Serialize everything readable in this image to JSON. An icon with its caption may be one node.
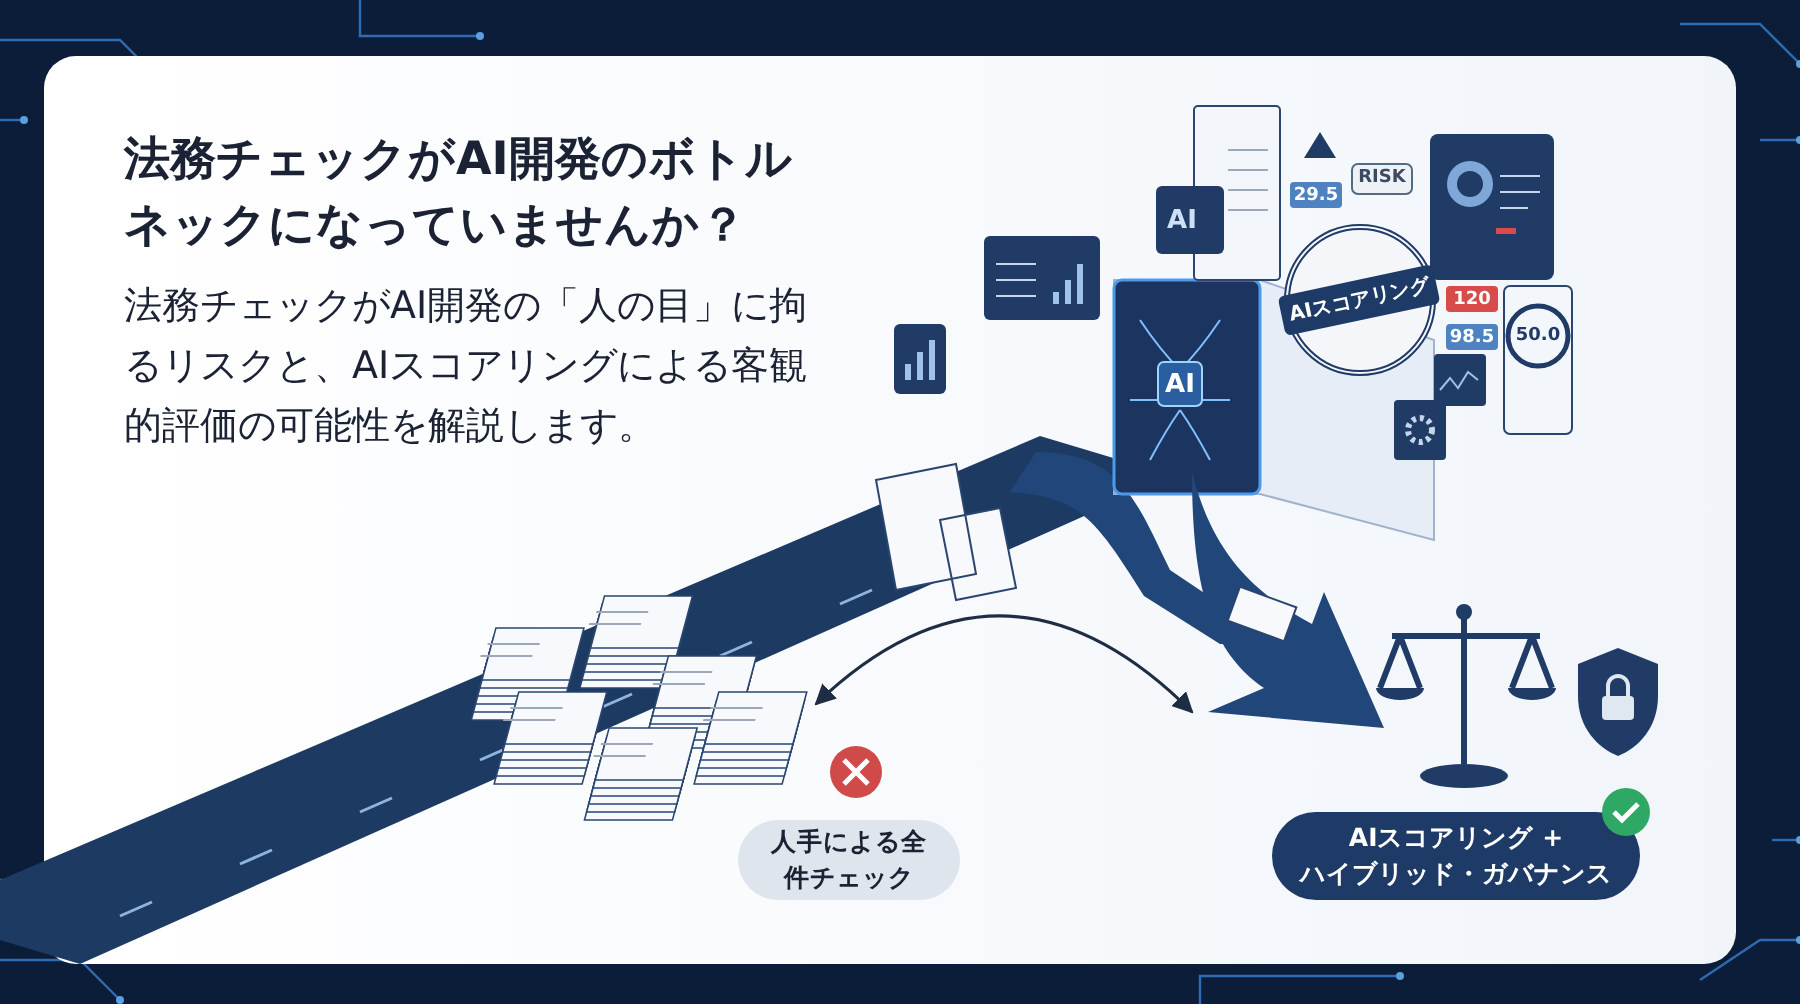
{
  "diagram": {
    "title": "法務チェックがAI開発のボトルネックになっていませんか？",
    "nodes": [
      {
        "text": [
          "人手による全件チェック"
        ]
      },
      {
        "text": [
          "AIスコアリング + ハイブリッド・ガバナンス"
        ]
      },
      {
        "text": [
          "AIスコアリング"
        ]
      },
      {
        "text": [],
        "shape": "picture"
      },
      {
        "text": [],
        "shape": "picture"
      }
    ],
    "edges": [
      {
        "from": 3,
        "to": 4,
        "arrow": "both"
      }
    ],
    "labels": [
      "法務チェックがAI開発の「人の目」に拘るリスクと、AIスコアリングによる客観的評価の可能性を解説します。",
      "RISK",
      "29.5",
      "AI",
      "120",
      "50.0",
      "98.5",
      "AI"
    ]
  }
}
